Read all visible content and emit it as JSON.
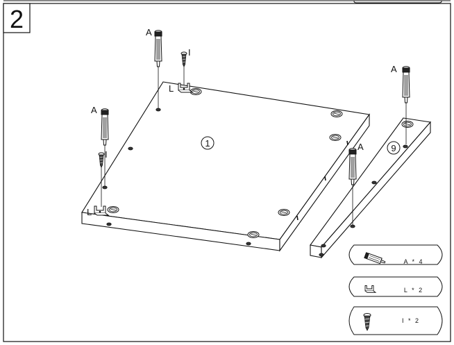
{
  "step": {
    "number": "2"
  },
  "panels": {
    "main_panel_number": "1",
    "side_panel_number": "9"
  },
  "hardware_callouts": {
    "cam_bolt": "A",
    "bracket": "L",
    "screw": "I"
  },
  "legend": [
    {
      "icon": "cam-bolt-icon",
      "label": "A * 4"
    },
    {
      "icon": "l-bracket-icon",
      "label": "L * 2"
    },
    {
      "icon": "screw-icon",
      "label": "I * 2"
    }
  ]
}
